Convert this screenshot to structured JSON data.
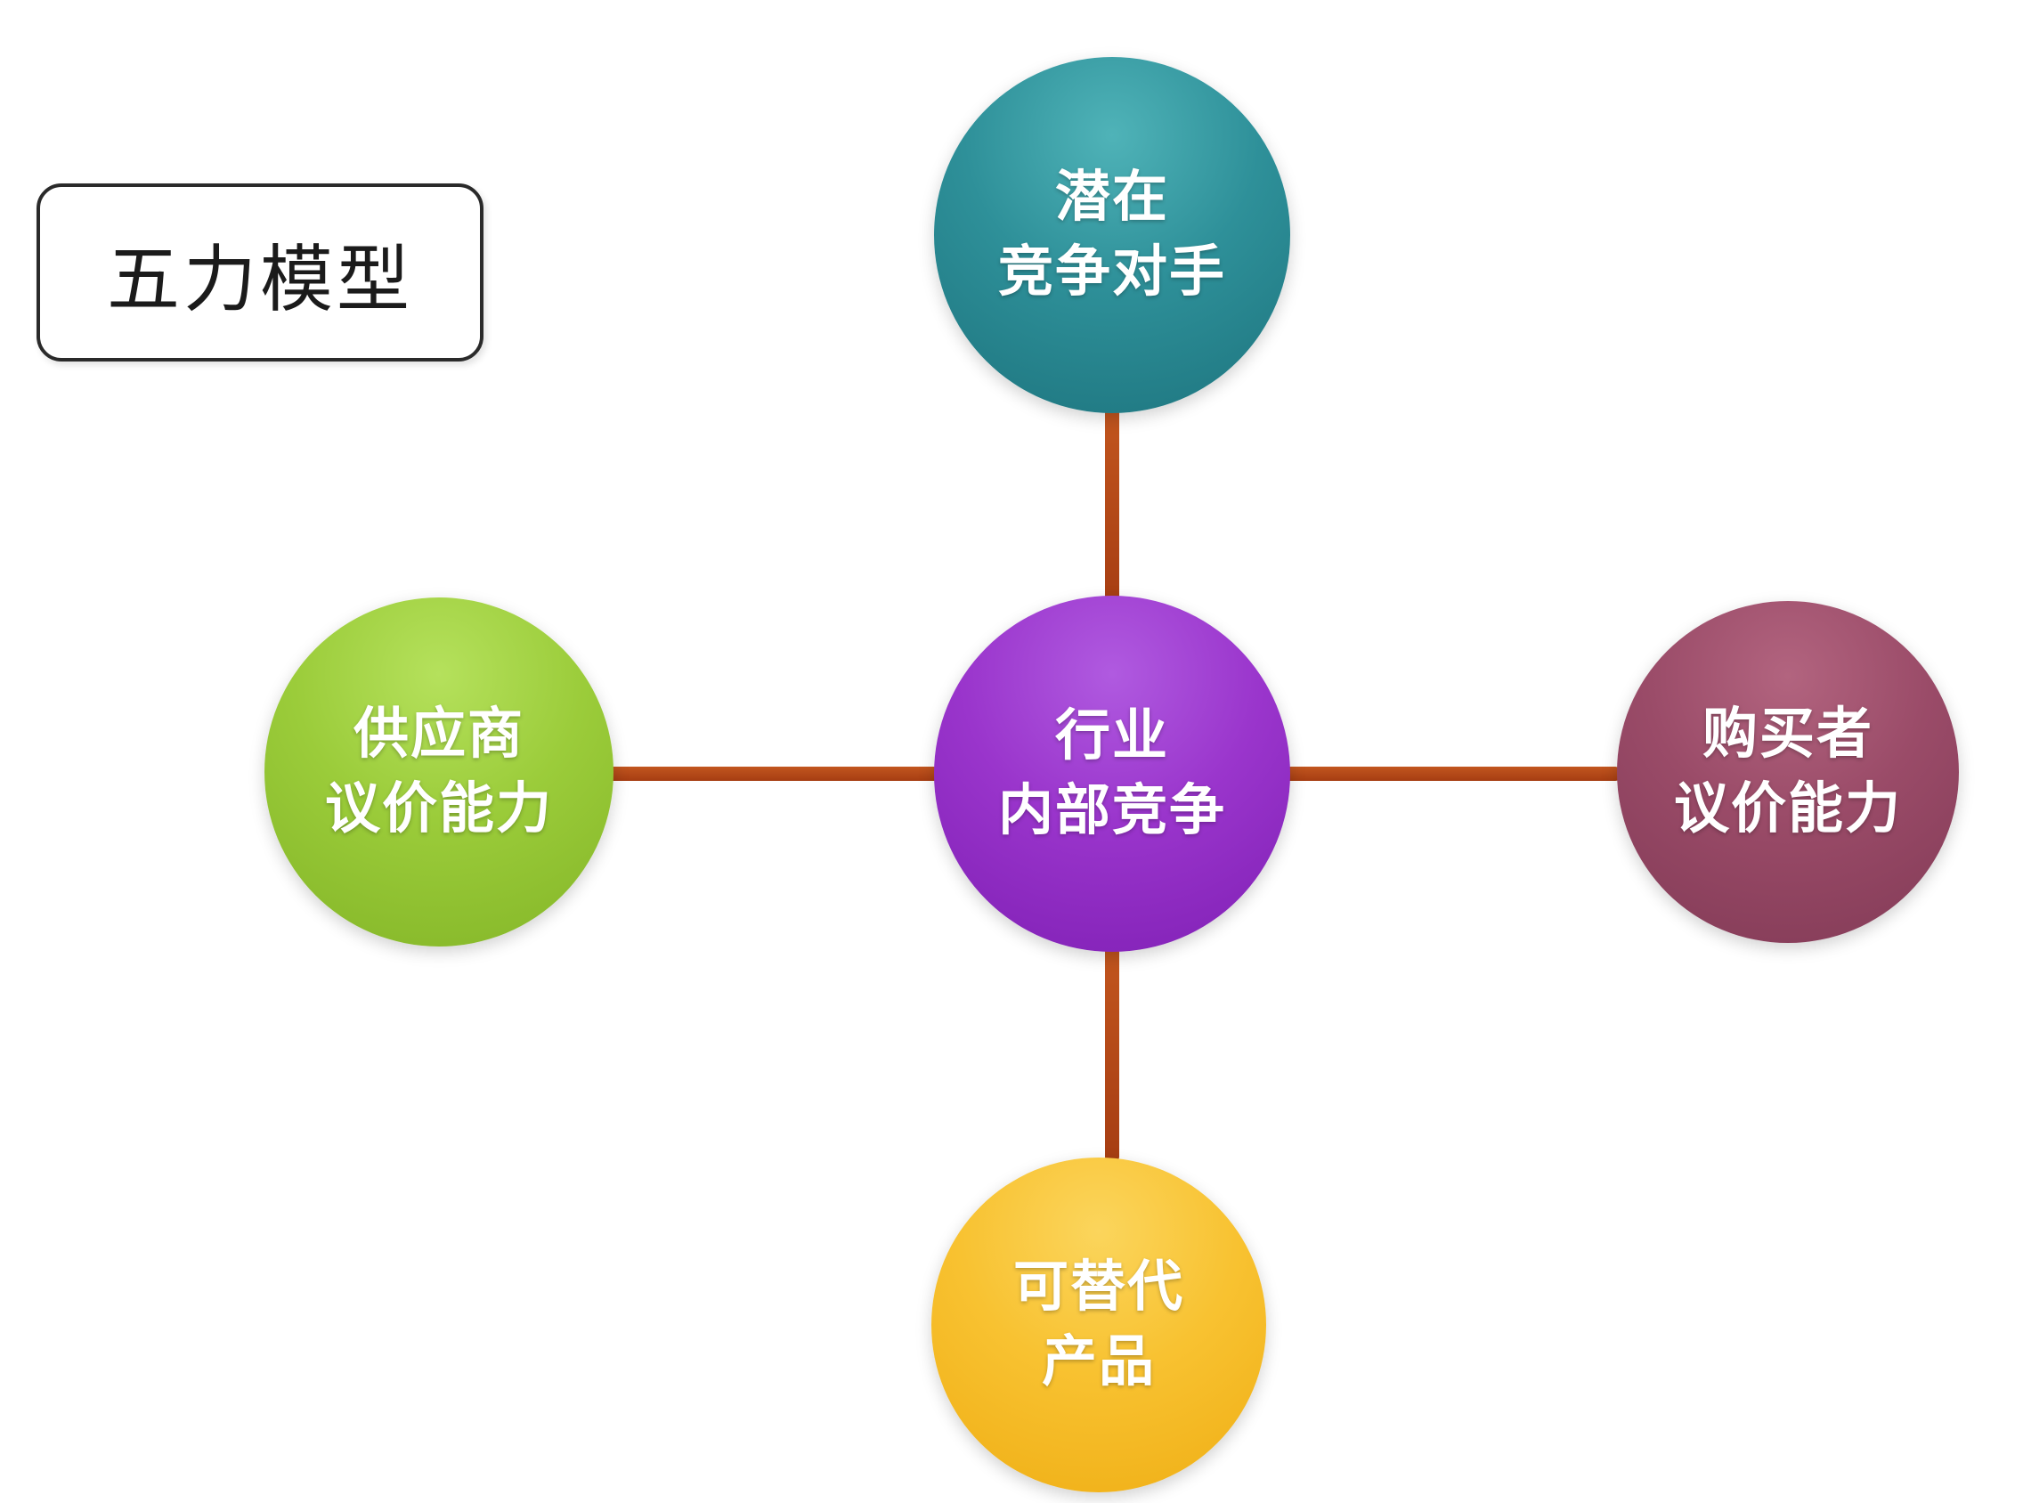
{
  "diagram": {
    "title": "五力模型",
    "nodes": {
      "center": {
        "line1": "行业",
        "line2": "内部竞争",
        "color": "#9a35cc"
      },
      "top": {
        "line1": "潜在",
        "line2": "竞争对手",
        "color": "#2e9099"
      },
      "left": {
        "line1": "供应商",
        "line2": "议价能力",
        "color": "#9bcc3a"
      },
      "right": {
        "line1": "购买者",
        "line2": "议价能力",
        "color": "#9a4b68"
      },
      "bottom": {
        "line1": "可替代",
        "line2": "产品",
        "color": "#f8c231"
      }
    },
    "connector_color": "#b3481a"
  }
}
